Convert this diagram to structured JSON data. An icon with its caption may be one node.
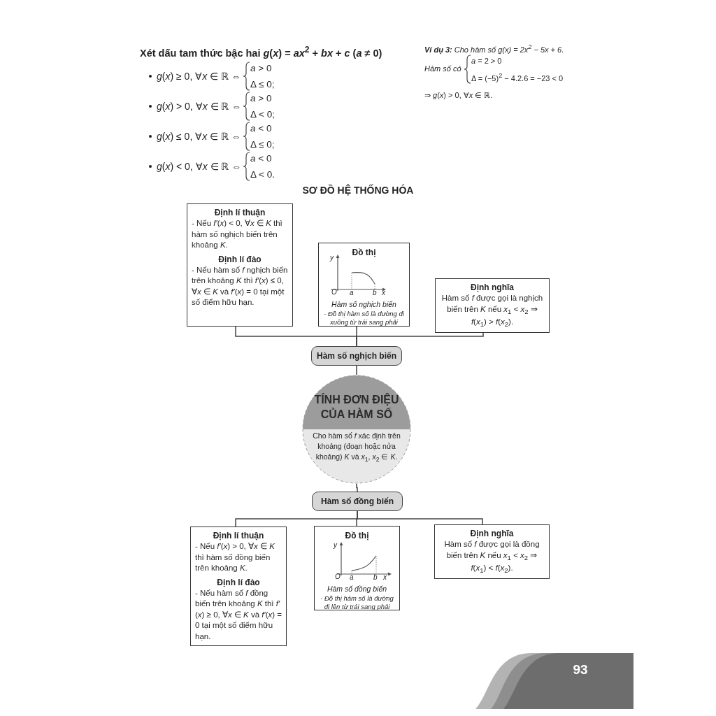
{
  "diagram": {
    "title": "SƠ ĐỒ HỆ THỐNG HÓA",
    "nodes": [
      {
        "text": [
          "Định lí thuận",
          "- Nếu *f′*(*x*) < 0, ∀*x* ∈ *K* thì hàm số nghịch biến trên khoảng *K*.",
          "Định lí đảo",
          "- Nếu hàm số *f* nghịch biến trên khoảng *K* thì *f′*(*x*) ≤ 0, ∀*x* ∈ *K* và *f′*(*x*) = 0 tại một số điểm hữu hạn."
        ]
      },
      {
        "text": [
          "Đồ thị",
          "y",
          "O",
          "a",
          "b",
          "x",
          "Hàm số nghịch biến",
          "- Đồ thị hàm số là đường đi xuống từ trái sang phải"
        ]
      },
      {
        "text": [
          "Định nghĩa",
          "Hàm số *f* được gọi là nghịch biến trên *K* nếu *x*$_{1}$ < *x*$_{2}$ ⇒ *f*(*x*$_{1}$) > *f*(*x*$_{2}$)."
        ]
      },
      {
        "text": [
          "Hàm số nghịch biến"
        ]
      },
      {
        "text": [
          "TÍNH ĐƠN ĐIỆU CỦA HÀM SỐ",
          "Cho hàm số *f* xác định trên khoảng (đoạn hoặc nửa khoảng) *K* và *x*$_{1}$, *x*$_{2}$ ∈ *K*."
        ]
      },
      {
        "text": [
          "Hàm số đồng biến"
        ]
      },
      {
        "text": [
          "Định lí thuận",
          "- Nếu *f′*(*x*) > 0, ∀*x* ∈ *K* thì hàm số đồng biến trên khoảng *K*.",
          "Định lí đảo",
          "- Nếu hàm số *f* đồng biến trên khoảng *K* thì *f′*(*x*) ≥ 0, ∀*x* ∈ *K* và *f′*(*x*) = 0 tại một số điểm hữu hạn."
        ]
      },
      {
        "text": [
          "Đồ thị",
          "y",
          "O",
          "a",
          "b",
          "x",
          "Hàm số đồng biến",
          "- Đồ thị hàm số là đường đi lên từ trái sang phải"
        ]
      },
      {
        "text": [
          "Định nghĩa",
          "Hàm số *f* được gọi là đồng biến trên *K* nếu *x*$_{1}$ < *x*$_{2}$ ⇒ *f*(*x*$_{1}$) < *f*(*x*$_{2}$)."
        ]
      }
    ],
    "edges": [
      {
        "from": 0,
        "to": 3,
        "arrow": "none"
      },
      {
        "from": 1,
        "to": 3,
        "arrow": "none"
      },
      {
        "from": 2,
        "to": 3,
        "arrow": "none"
      },
      {
        "from": 3,
        "to": 4,
        "arrow": "none"
      },
      {
        "from": 4,
        "to": 5,
        "arrow": "none"
      },
      {
        "from": 5,
        "to": 6,
        "arrow": "none"
      },
      {
        "from": 5,
        "to": 7,
        "arrow": "none"
      },
      {
        "from": 5,
        "to": 8,
        "arrow": "none"
      }
    ],
    "labels": [
      "Xét dấu tam thức bậc hai *g*(*x*) = *ax*$^{2}$ + *bx* + *c* (*a* ≠ 0)",
      "*g*(*x*) ≥ 0, ∀*x* ∈ ℝ ⇔",
      "*a* > 0",
      "Δ ≤ 0;",
      "*g*(*x*) > 0, ∀*x* ∈ ℝ ⇔",
      "*a* > 0",
      "Δ < 0;",
      "*g*(*x*) ≤ 0, ∀*x* ∈ ℝ ⇔",
      "*a* < 0",
      "Δ ≤ 0;",
      "*g*(*x*) < 0, ∀*x* ∈ ℝ ⇔",
      "*a* < 0",
      "Δ < 0.",
      "**Ví dụ 3:** Cho hàm số *g*(*x*) = 2x$^{2}$ − 5x + 6.",
      "Hàm số có",
      "*a* = 2 > 0",
      "Δ = (−5)$^{2}$ − 4.2.6 = −23 < 0",
      "⇒ *g*(*x*) > 0, ∀*x* ∈ ℝ.",
      "93"
    ]
  }
}
